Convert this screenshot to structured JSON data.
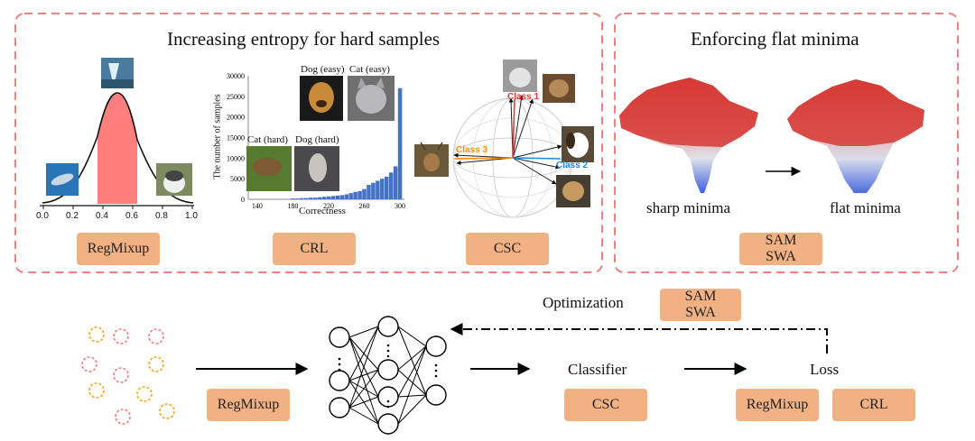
{
  "left_panel": {
    "title": "Increasing entropy for hard samples",
    "regmixup": {
      "tag": "RegMixup",
      "x_ticks": [
        "0.0",
        "0.2",
        "0.4",
        "0.6",
        "0.8",
        "1.0"
      ],
      "curve_mean": 0.5,
      "highlight_range": [
        0.38,
        0.63
      ]
    },
    "crl": {
      "tag": "CRL",
      "ylabel": "The number of samples",
      "xlabel": "Correctness",
      "y_ticks": [
        "0",
        "5000",
        "10000",
        "15000",
        "20000",
        "25000",
        "30000"
      ],
      "x_ticks": [
        "140",
        "180",
        "220",
        "260",
        "300"
      ],
      "img_dog_easy": "Dog (easy)",
      "img_cat_easy": "Cat (easy)",
      "img_cat_hard": "Cat (hard)",
      "img_dog_hard": "Dog (hard)"
    },
    "csc": {
      "tag": "CSC",
      "class1": "Class 1",
      "class2": "Class 2",
      "class3": "Class 3"
    }
  },
  "right_panel": {
    "title": "Enforcing flat minima",
    "sharp_label": "sharp minima",
    "flat_label": "flat minima",
    "tag_lines": [
      "SAM",
      "SWA"
    ]
  },
  "pipeline": {
    "optimization_label": "Optimization",
    "optimization_tag_lines": [
      "SAM",
      "SWA"
    ],
    "input_tag": "RegMixup",
    "classifier_label": "Classifier",
    "classifier_tag": "CSC",
    "loss_label": "Loss",
    "loss_tags": [
      "RegMixup",
      "CRL"
    ]
  },
  "chart_data": {
    "type": "bar",
    "xlabel": "Correctness",
    "ylabel": "The number of samples",
    "ylim": [
      0,
      30000
    ],
    "x": [
      180,
      185,
      190,
      195,
      200,
      205,
      210,
      215,
      220,
      225,
      230,
      235,
      240,
      245,
      250,
      255,
      260,
      265,
      270,
      275,
      280,
      285,
      290,
      295,
      300
    ],
    "values": [
      200,
      200,
      300,
      300,
      400,
      400,
      500,
      600,
      700,
      800,
      900,
      1000,
      1200,
      1500,
      1800,
      2000,
      2500,
      3500,
      4000,
      4500,
      5000,
      5500,
      6500,
      8000,
      27000
    ]
  },
  "colors": {
    "dashed_border": "#f08080",
    "tag_fill": "#f2b183",
    "bell_fill": "#ff7f7f",
    "bar_blue": "#4472c4",
    "class1": "#e53935",
    "class2": "#1e88e5",
    "class3": "#fb8c00",
    "dot_orange": "#f5a623",
    "dot_pink": "#f08080"
  }
}
